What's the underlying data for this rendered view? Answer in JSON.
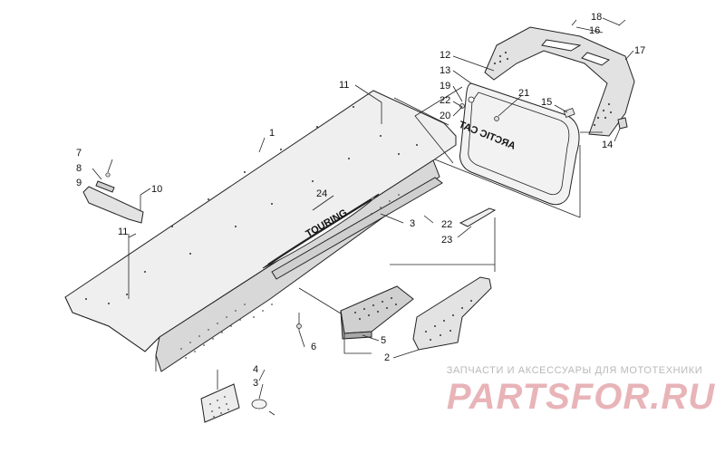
{
  "callouts": {
    "c1": "1",
    "c2": "2",
    "c3a": "3",
    "c3b": "3",
    "c4": "4",
    "c5": "5",
    "c6": "6",
    "c7": "7",
    "c8": "8",
    "c9": "9",
    "c10": "10",
    "c11a": "11",
    "c11b": "11",
    "c12": "12",
    "c13": "13",
    "c14": "14",
    "c15": "15",
    "c16": "16",
    "c17": "17",
    "c18": "18",
    "c19": "19",
    "c20": "20",
    "c21": "21",
    "c22a": "22",
    "c22b": "22",
    "c23": "23",
    "c24": "24"
  },
  "decal": {
    "touring": "TOURING",
    "grip_brand": "ARCTIC CAT"
  },
  "watermark": {
    "line1": "ЗАПЧАСТИ И АКСЕССУАРЫ ДЛЯ МОТОТЕХНИКИ",
    "line2": "PARTSFOR.RU"
  },
  "colors": {
    "watermark_red": "#e8b4b8",
    "watermark_gray": "#b9b9b9",
    "part_fill": "#e6e6e6"
  }
}
